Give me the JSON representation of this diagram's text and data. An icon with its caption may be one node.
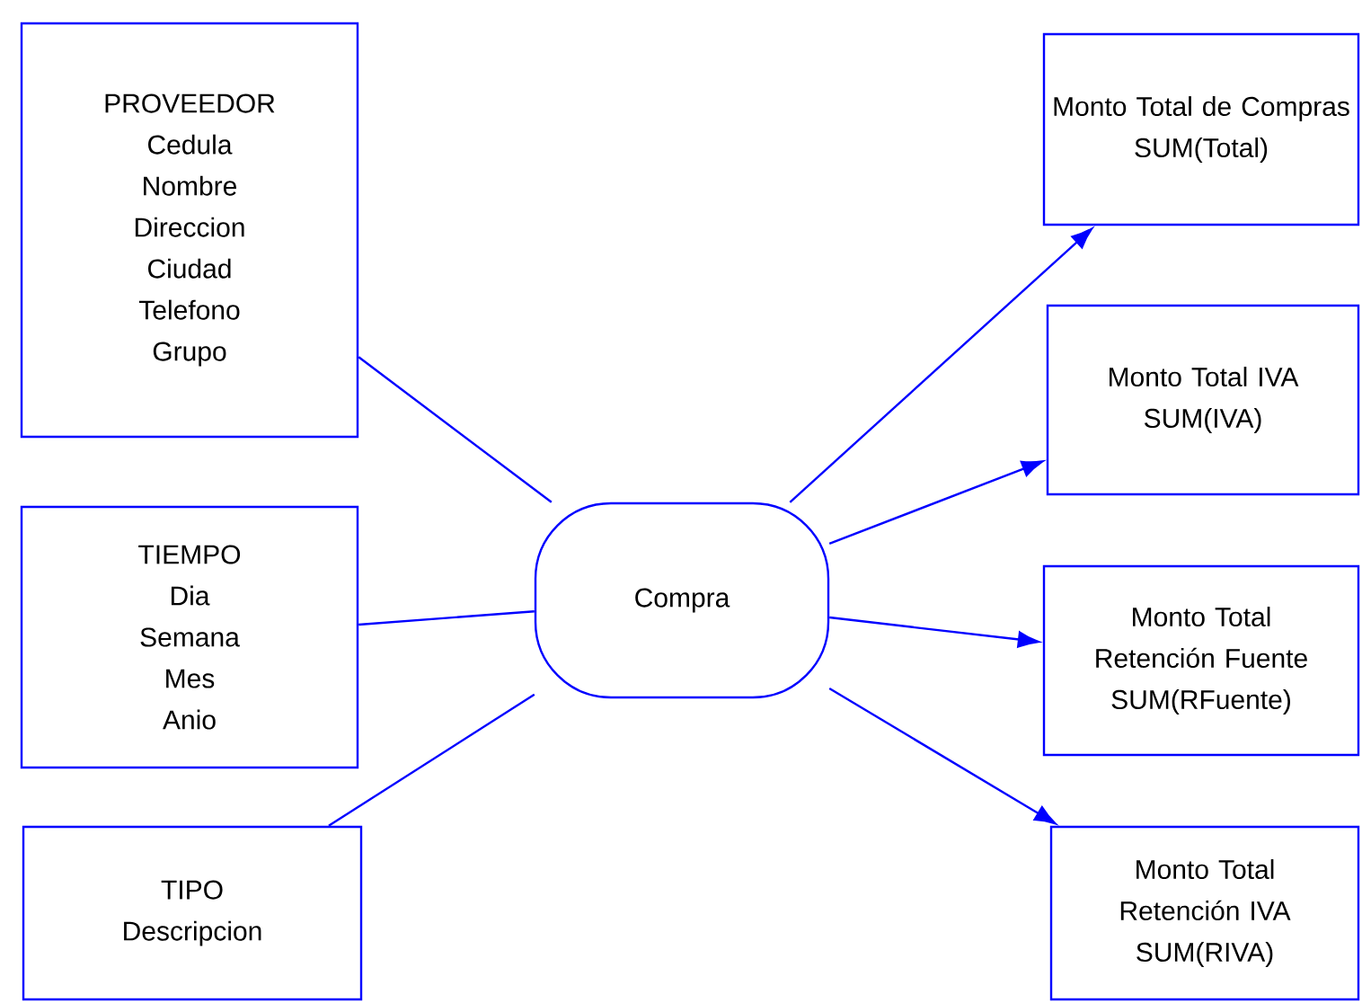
{
  "diagram": {
    "nodes": [
      {
        "text": [
          "PROVEEDOR",
          "Cedula",
          "Nombre",
          "Direccion",
          "Ciudad",
          "Telefono",
          "Grupo"
        ]
      },
      {
        "text": [
          "TIEMPO",
          "Dia",
          "Semana",
          "Mes",
          "Anio"
        ]
      },
      {
        "text": [
          "TIPO",
          "Descripcion"
        ]
      },
      {
        "text": [
          "Compra"
        ]
      },
      {
        "text": [
          "Monto Total de Compras",
          "SUM(Total)"
        ]
      },
      {
        "text": [
          "Monto Total IVA",
          "SUM(IVA)"
        ]
      },
      {
        "text": [
          "Monto Total Retención Fuente",
          "SUM(RFuente)"
        ]
      },
      {
        "text": [
          "Monto Total Retención IVA",
          "SUM(RIVA)"
        ]
      }
    ],
    "edges": [
      {
        "from": 0,
        "to": 3,
        "arrow": "none"
      },
      {
        "from": 1,
        "to": 3,
        "arrow": "none"
      },
      {
        "from": 2,
        "to": 3,
        "arrow": "none"
      },
      {
        "from": 3,
        "to": 4,
        "arrow": "to"
      },
      {
        "from": 3,
        "to": 5,
        "arrow": "to"
      },
      {
        "from": 3,
        "to": 6,
        "arrow": "to"
      },
      {
        "from": 3,
        "to": 7,
        "arrow": "to"
      }
    ]
  }
}
